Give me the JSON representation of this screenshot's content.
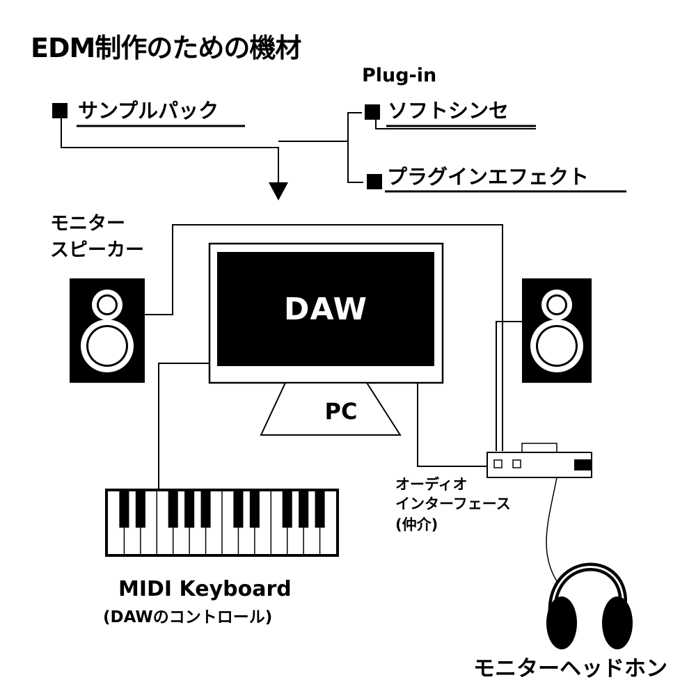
{
  "title": "EDM制作のための機材",
  "plugin": {
    "heading": "Plug-in",
    "items": [
      "ソフトシンセ",
      "プラグインエフェクト"
    ]
  },
  "sample_pack": "サンプルパック",
  "monitor_speaker": [
    "モニター",
    "スピーカー"
  ],
  "pc": {
    "screen_label": "DAW",
    "stand_label": "PC"
  },
  "audio_interface": [
    "オーディオ",
    "インターフェース",
    "(仲介)"
  ],
  "midi_keyboard": {
    "name": "MIDI Keyboard",
    "note": "(DAWのコントロール)"
  },
  "headphones": "モニターヘッドホン"
}
